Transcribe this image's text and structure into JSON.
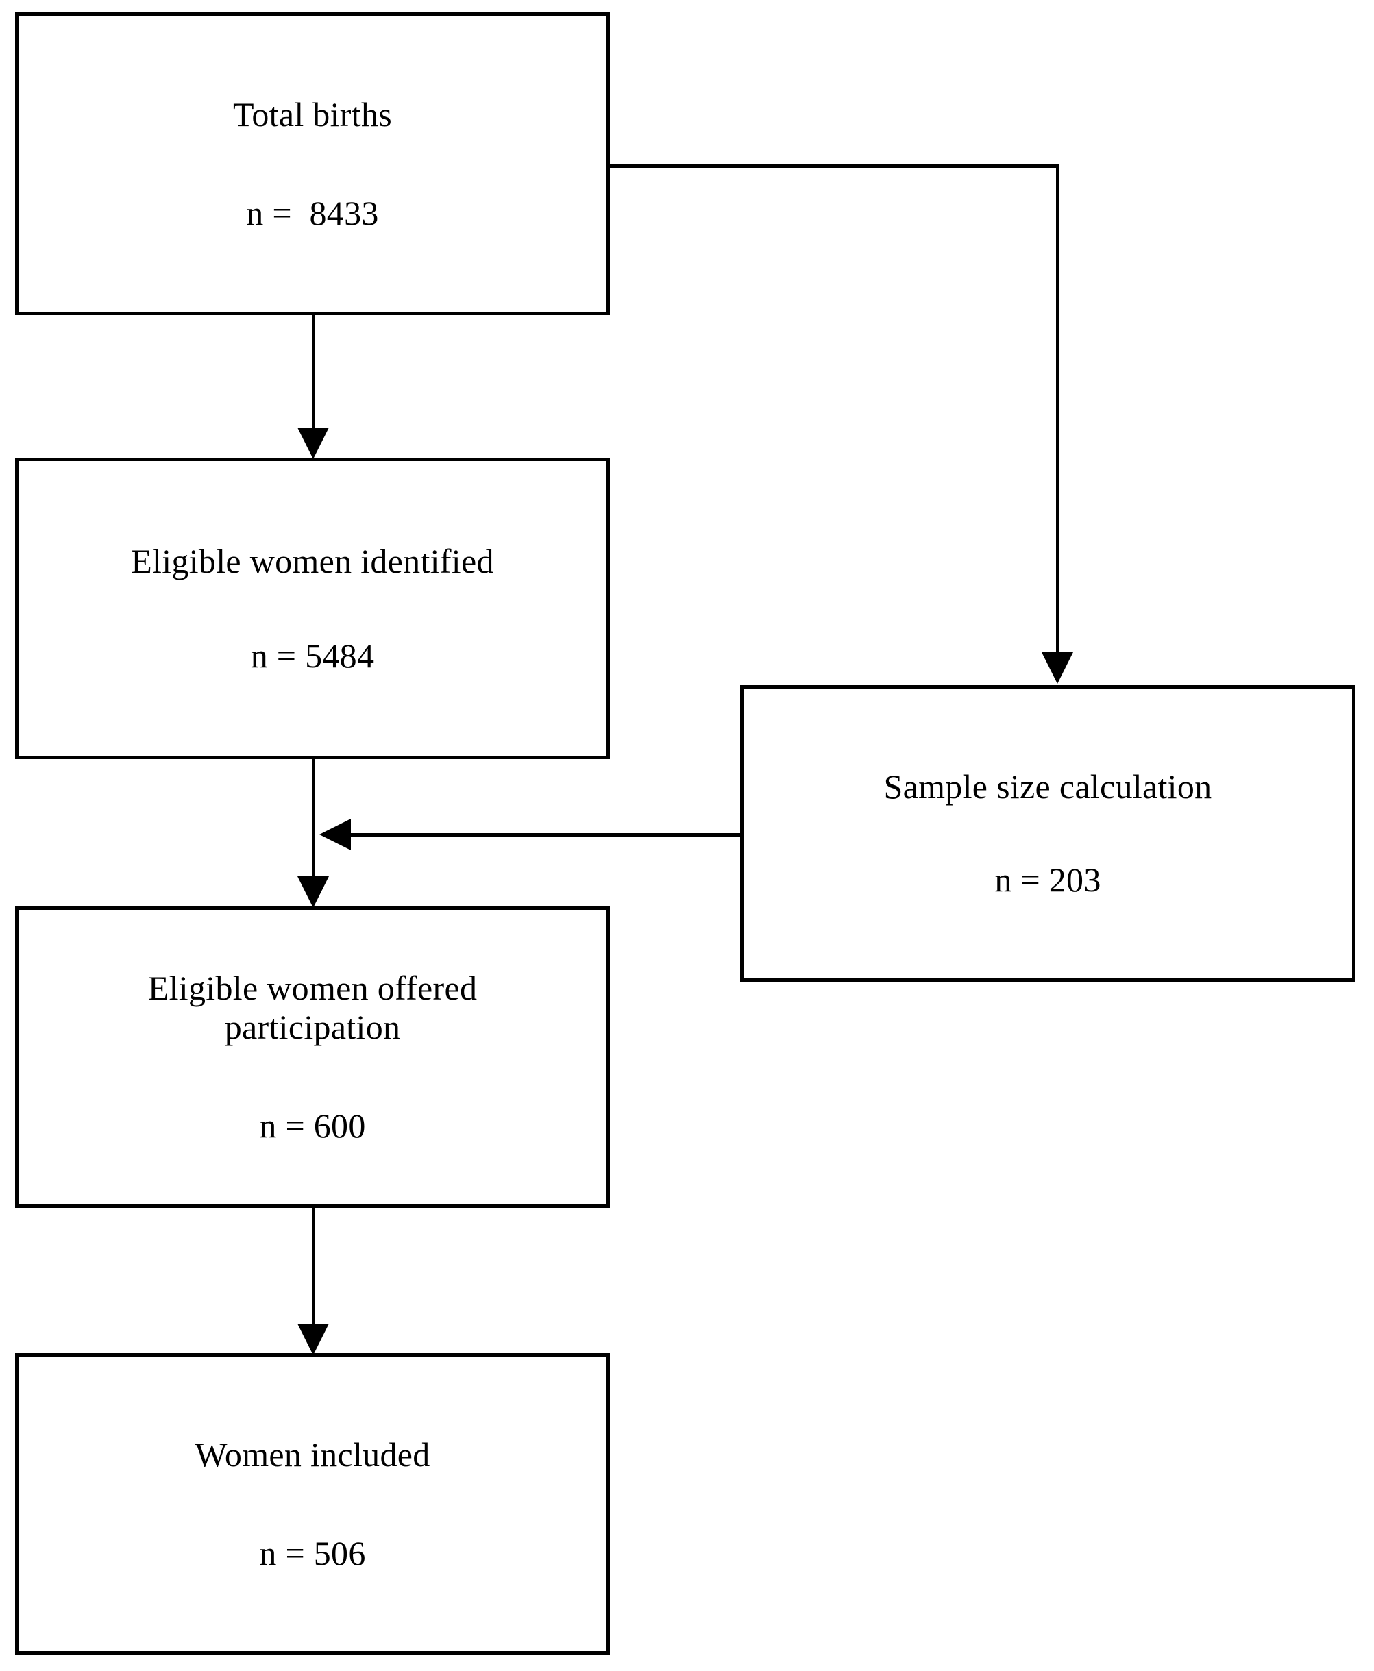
{
  "diagram": {
    "type": "flowchart",
    "title": "Participant flow diagram",
    "orientation": "top-to-bottom",
    "line_color": "#000000",
    "background_color": "#ffffff",
    "nodes": [
      {
        "id": "total-births",
        "title": "Total births",
        "count_label": "n =  8433",
        "value": 8433
      },
      {
        "id": "eligible-women-identified",
        "title": "Eligible women identified",
        "count_label": "n = 5484",
        "value": 5484
      },
      {
        "id": "sample-size-calculation",
        "title": "Sample size calculation",
        "count_label": "n = 203",
        "value": 203
      },
      {
        "id": "eligible-women-offered-participation",
        "title": "Eligible women offered\nparticipation",
        "count_label": "n = 600",
        "value": 600
      },
      {
        "id": "women-included",
        "title": "Women included",
        "count_label": "n = 506",
        "value": 506
      }
    ],
    "edges": [
      {
        "from": "total-births",
        "to": "eligible-women-identified",
        "style": "straight-down",
        "arrow": "down"
      },
      {
        "from": "total-births",
        "to": "sample-size-calculation",
        "style": "elbow-right-then-down",
        "arrow": "down"
      },
      {
        "from": "sample-size-calculation",
        "to": "eligible-women-offered-participation",
        "style": "straight-left",
        "arrow": "left"
      },
      {
        "from": "eligible-women-identified",
        "to": "eligible-women-offered-participation",
        "style": "straight-down",
        "arrow": "down"
      },
      {
        "from": "eligible-women-offered-participation",
        "to": "women-included",
        "style": "straight-down",
        "arrow": "down"
      }
    ]
  }
}
